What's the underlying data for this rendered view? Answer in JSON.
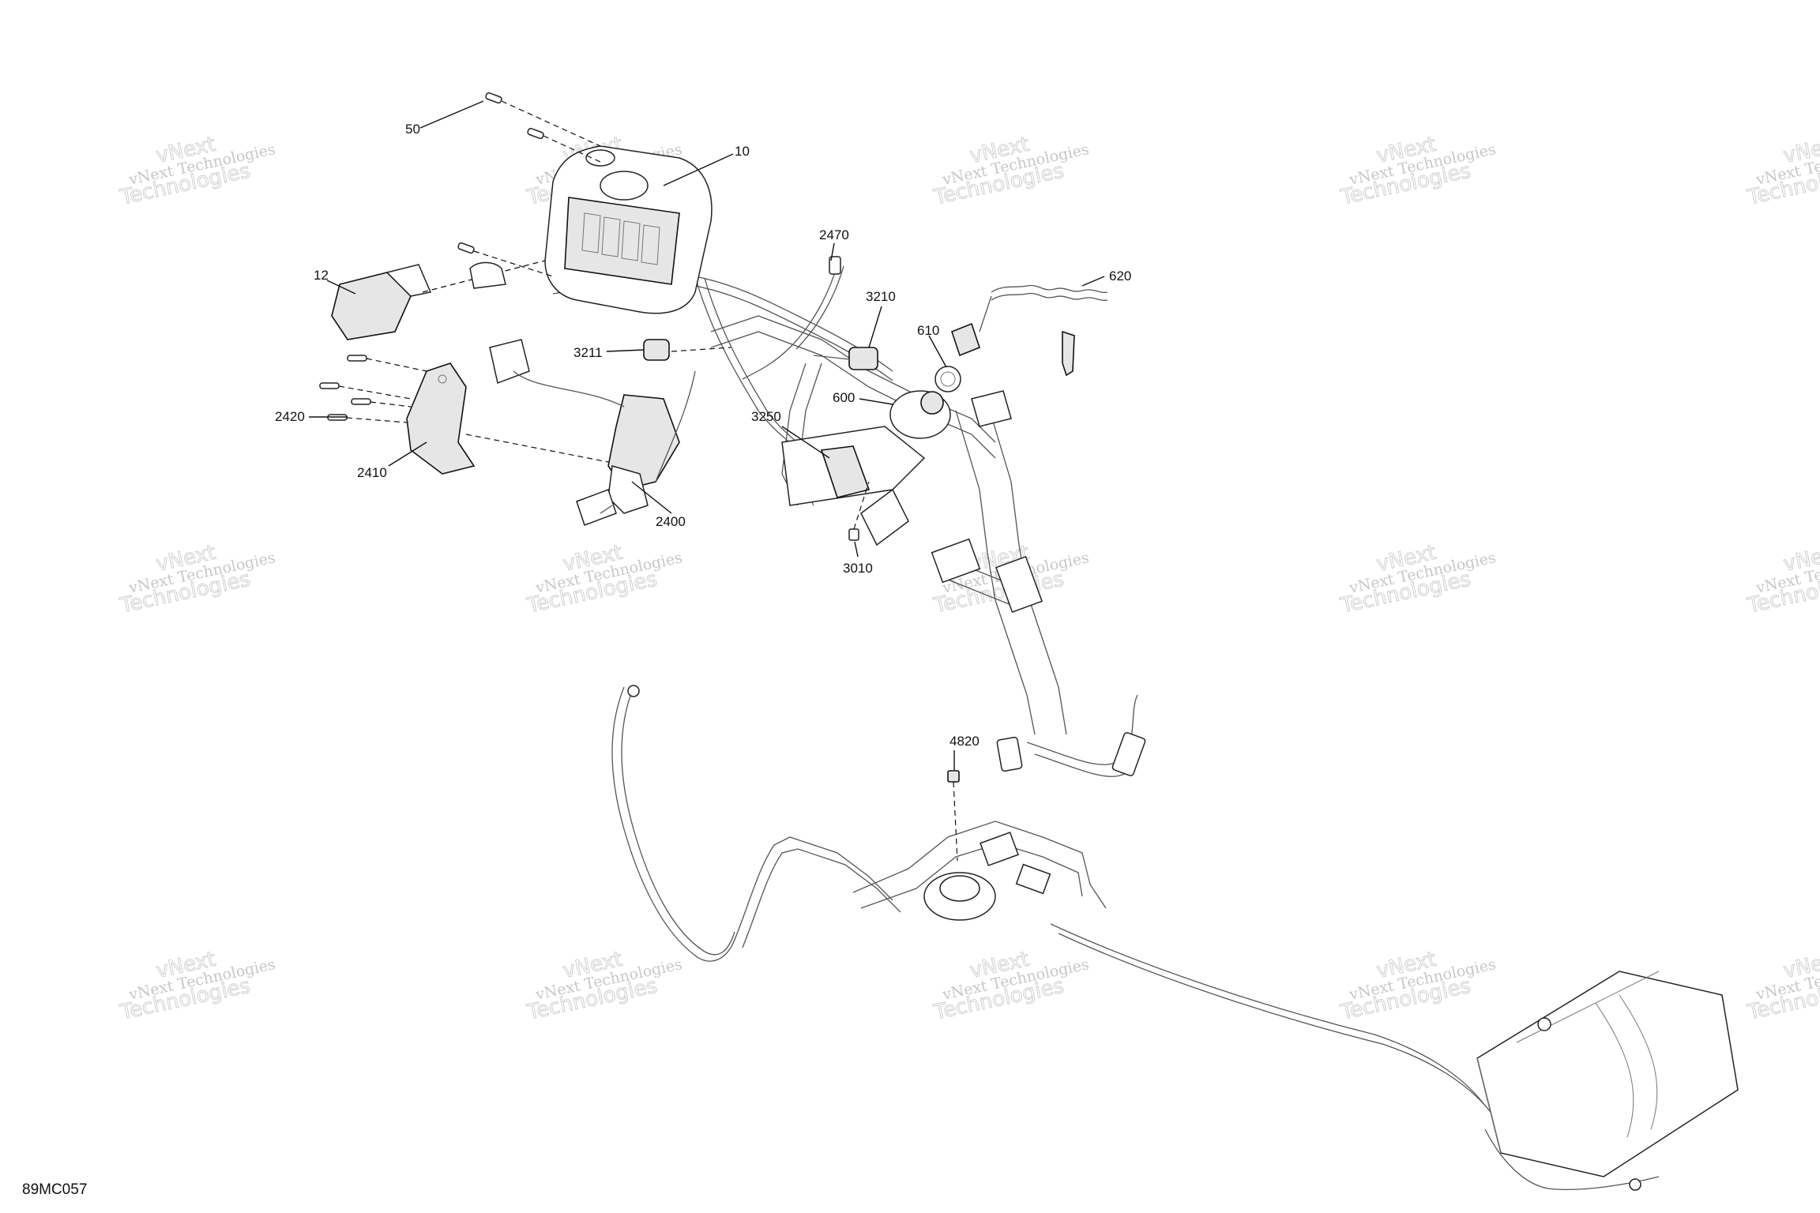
{
  "figure_code": "89MC057",
  "watermark": {
    "line1": "vNext Technologies",
    "line2": "Technologies",
    "logo_text": "vNext"
  },
  "callouts": [
    "50",
    "10",
    "12",
    "2470",
    "3210",
    "620",
    "3211",
    "610",
    "600",
    "2420",
    "3250",
    "2410",
    "2400",
    "3010",
    "4820"
  ]
}
